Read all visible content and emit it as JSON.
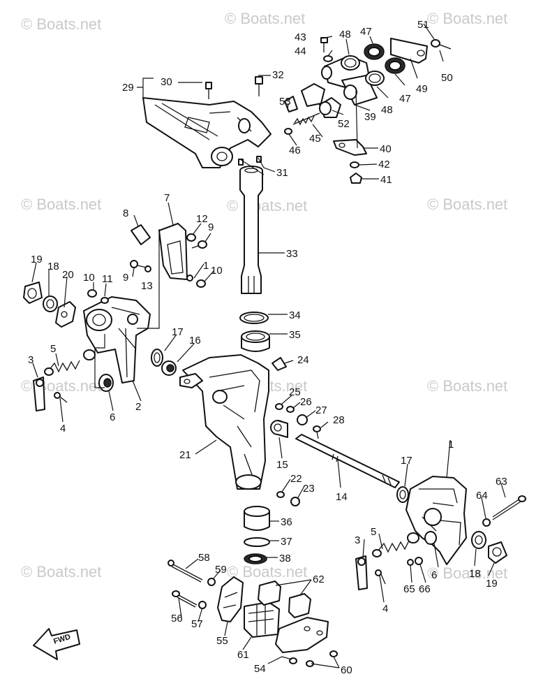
{
  "watermark": "© Boats.net",
  "fwd_label": "FWD",
  "labels": [
    "1",
    "2",
    "3",
    "4",
    "5",
    "6",
    "7",
    "8",
    "9",
    "10",
    "11",
    "12",
    "13",
    "14",
    "15",
    "16",
    "17",
    "18",
    "19",
    "20",
    "21",
    "22",
    "23",
    "24",
    "25",
    "26",
    "27",
    "28",
    "29",
    "30",
    "31",
    "32",
    "33",
    "34",
    "35",
    "36",
    "37",
    "38",
    "39",
    "40",
    "41",
    "42",
    "43",
    "44",
    "45",
    "46",
    "47",
    "48",
    "49",
    "50",
    "51",
    "52",
    "53",
    "54",
    "55",
    "56",
    "57",
    "58",
    "59",
    "60",
    "61",
    "62",
    "63",
    "64",
    "65",
    "66"
  ]
}
